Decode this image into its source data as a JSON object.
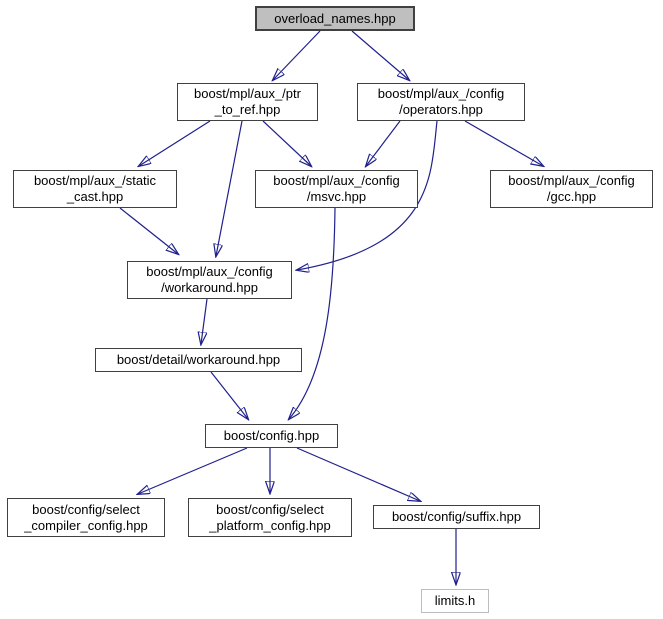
{
  "diagram": {
    "type": "include-dependency-graph",
    "root_file": "overload_names.hpp",
    "colors": {
      "edge": "#20208d",
      "node_border": "#404040",
      "root_fill": "#bfbfbf",
      "external_border": "#bdbdbd",
      "node_fill": "#ffffff",
      "text": "#000000"
    },
    "nodes": {
      "overload_names": {
        "label": "overload_names.hpp",
        "lines": [
          "overload_names.hpp"
        ]
      },
      "ptr_to_ref": {
        "label": "boost/mpl/aux_/ptr_to_ref.hpp",
        "lines": [
          "boost/mpl/aux_/ptr",
          "_to_ref.hpp"
        ]
      },
      "operators": {
        "label": "boost/mpl/aux_/config/operators.hpp",
        "lines": [
          "boost/mpl/aux_/config",
          "/operators.hpp"
        ]
      },
      "static_cast": {
        "label": "boost/mpl/aux_/static_cast.hpp",
        "lines": [
          "boost/mpl/aux_/static",
          "_cast.hpp"
        ]
      },
      "msvc": {
        "label": "boost/mpl/aux_/config/msvc.hpp",
        "lines": [
          "boost/mpl/aux_/config",
          "/msvc.hpp"
        ]
      },
      "gcc": {
        "label": "boost/mpl/aux_/config/gcc.hpp",
        "lines": [
          "boost/mpl/aux_/config",
          "/gcc.hpp"
        ]
      },
      "workaround": {
        "label": "boost/mpl/aux_/config/workaround.hpp",
        "lines": [
          "boost/mpl/aux_/config",
          "/workaround.hpp"
        ]
      },
      "detail_workaround": {
        "label": "boost/detail/workaround.hpp",
        "lines": [
          "boost/detail/workaround.hpp"
        ]
      },
      "config": {
        "label": "boost/config.hpp",
        "lines": [
          "boost/config.hpp"
        ]
      },
      "select_compiler": {
        "label": "boost/config/select_compiler_config.hpp",
        "lines": [
          "boost/config/select",
          "_compiler_config.hpp"
        ]
      },
      "select_platform": {
        "label": "boost/config/select_platform_config.hpp",
        "lines": [
          "boost/config/select",
          "_platform_config.hpp"
        ]
      },
      "suffix": {
        "label": "boost/config/suffix.hpp",
        "lines": [
          "boost/config/suffix.hpp"
        ]
      },
      "limits": {
        "label": "limits.h",
        "lines": [
          "limits.h"
        ]
      }
    },
    "edges": [
      {
        "from": "overload_names",
        "to": "ptr_to_ref"
      },
      {
        "from": "overload_names",
        "to": "operators"
      },
      {
        "from": "ptr_to_ref",
        "to": "static_cast"
      },
      {
        "from": "ptr_to_ref",
        "to": "workaround"
      },
      {
        "from": "ptr_to_ref",
        "to": "msvc"
      },
      {
        "from": "operators",
        "to": "msvc"
      },
      {
        "from": "operators",
        "to": "gcc"
      },
      {
        "from": "operators",
        "to": "workaround"
      },
      {
        "from": "static_cast",
        "to": "workaround"
      },
      {
        "from": "msvc",
        "to": "config"
      },
      {
        "from": "workaround",
        "to": "detail_workaround"
      },
      {
        "from": "detail_workaround",
        "to": "config"
      },
      {
        "from": "config",
        "to": "select_compiler"
      },
      {
        "from": "config",
        "to": "select_platform"
      },
      {
        "from": "config",
        "to": "suffix"
      },
      {
        "from": "suffix",
        "to": "limits"
      }
    ]
  }
}
